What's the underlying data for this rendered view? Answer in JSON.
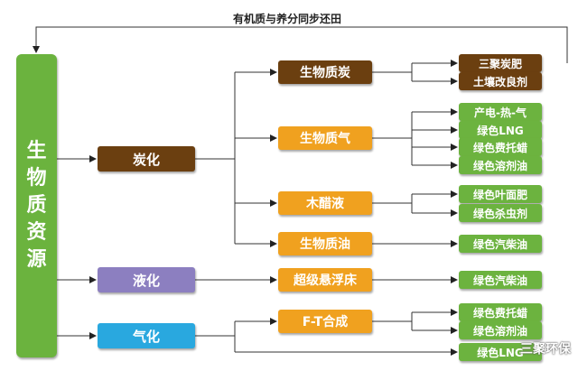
{
  "diagram": {
    "title": "有机质与养分同步还田",
    "root": [
      "生",
      "物",
      "质",
      "资",
      "源"
    ],
    "level1": [
      "炭化",
      "液化",
      "气化"
    ],
    "level2": [
      "生物质炭",
      "生物质气",
      "木醋液",
      "生物质油",
      "超级悬浮床",
      "F-T合成"
    ],
    "level3": [
      "三聚炭肥",
      "土壤改良剂",
      "产电-热-气",
      "绿色LNG",
      "绿色费托蜡",
      "绿色溶剂油",
      "绿色叶面肥",
      "绿色杀虫剂",
      "绿色汽柴油",
      "绿色汽柴油",
      "绿色费托蜡",
      "绿色溶剂油",
      "绿色LNG"
    ],
    "watermark": "三聚环保"
  },
  "colors": {
    "root": "#6bb33e",
    "carbonize": "#6b3f10",
    "liquefy": "#8c7fc0",
    "gasify": "#29a8df",
    "intermediate": "#f0a11f",
    "product": "#6cb33f"
  }
}
